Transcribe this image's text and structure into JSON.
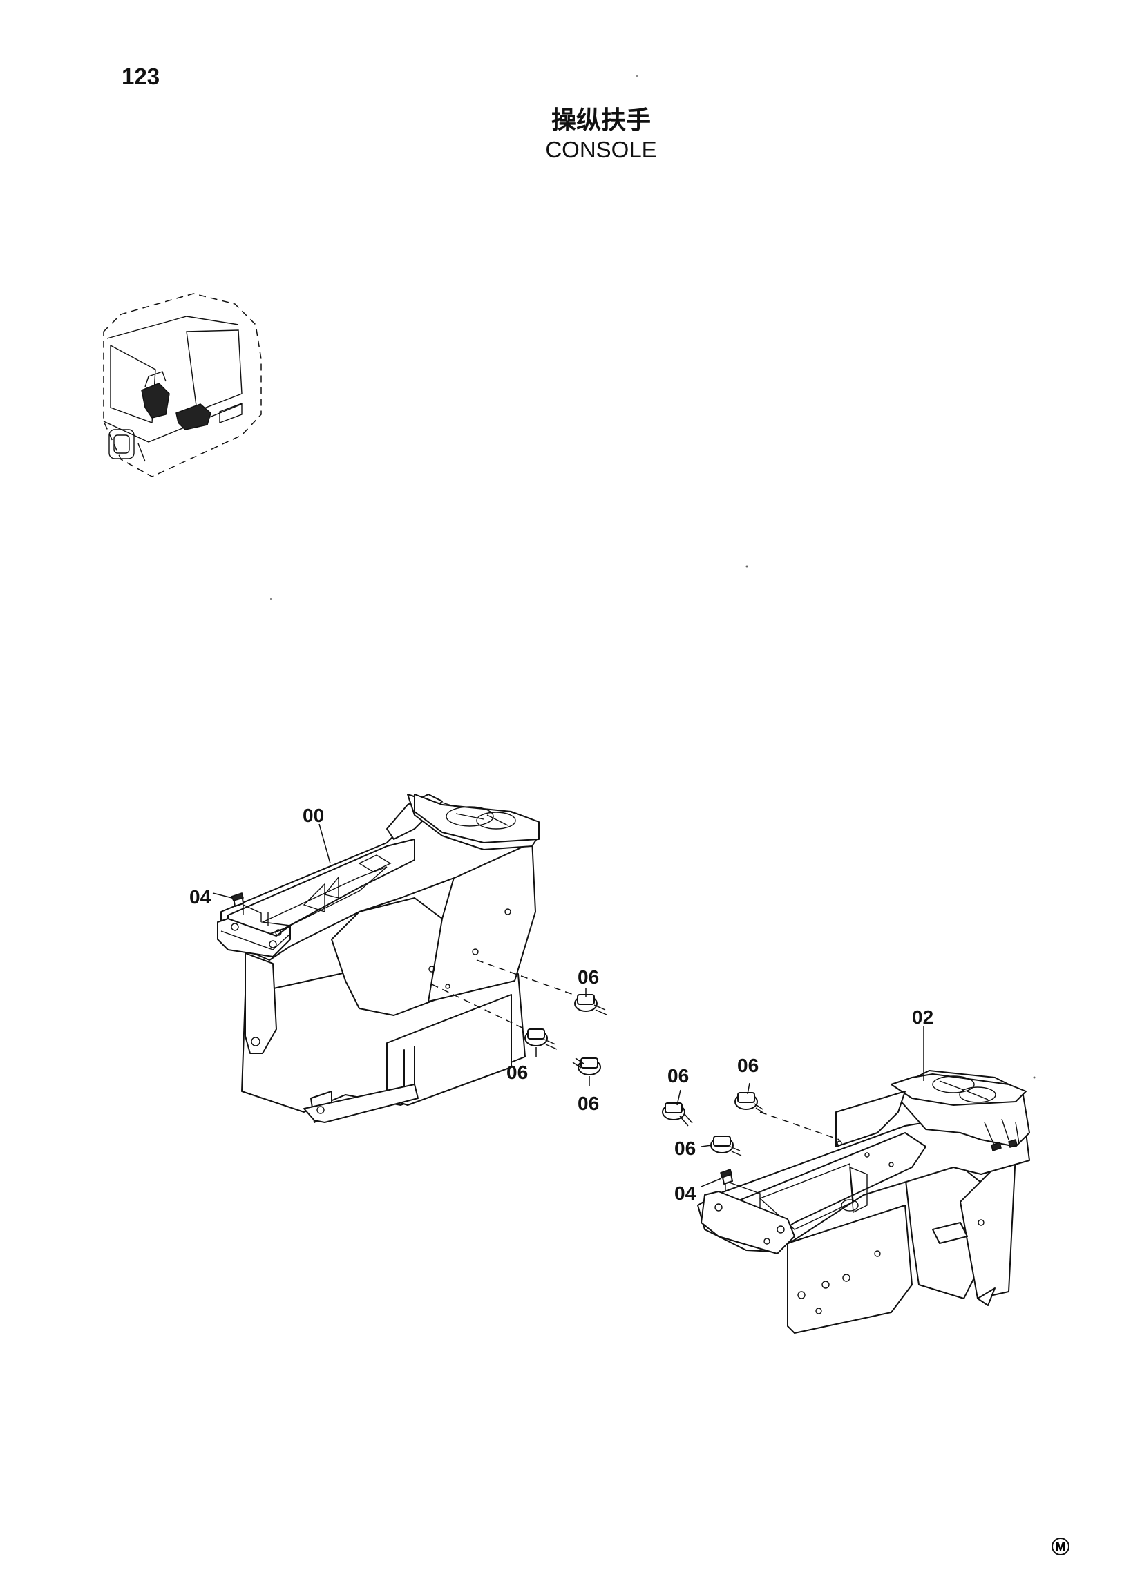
{
  "page": {
    "number": "123"
  },
  "title": {
    "chinese": "操纵扶手",
    "english": "CONSOLE"
  },
  "callouts": {
    "c_00": "00",
    "c_02": "02",
    "c_04_left": "04",
    "c_04_right": "04",
    "c_06_a": "06",
    "c_06_b": "06",
    "c_06_c": "06",
    "c_06_d": "06",
    "c_06_e": "06",
    "c_06_f": "06"
  },
  "footer": {
    "mark": "M"
  }
}
